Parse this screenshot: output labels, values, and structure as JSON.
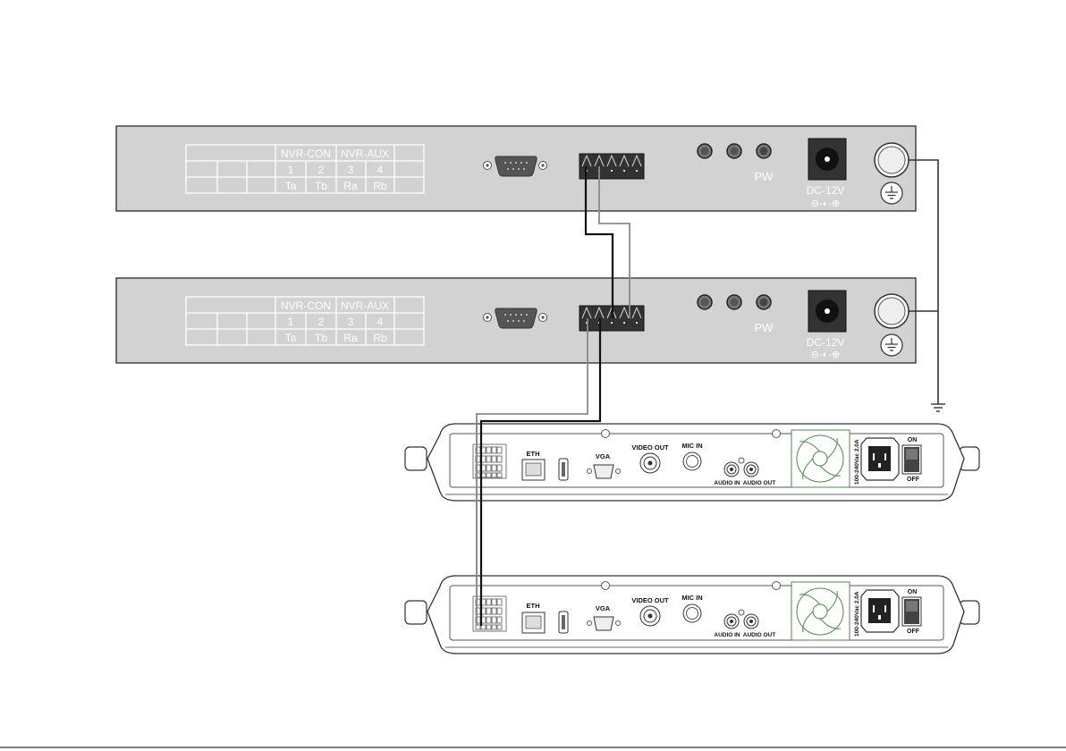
{
  "converters": [
    {
      "table": {
        "headers": [
          "NVR-CON",
          "NVR-AUX"
        ],
        "pins": [
          "1",
          "2",
          "3",
          "4"
        ],
        "signals": [
          "Ta",
          "Tb",
          "Ra",
          "Rb"
        ]
      },
      "power_label": "PW",
      "dc_label": "DC-12V",
      "polarity": "⊖-◐-⊕"
    },
    {
      "table": {
        "headers": [
          "NVR-CON",
          "NVR-AUX"
        ],
        "pins": [
          "1",
          "2",
          "3",
          "4"
        ],
        "signals": [
          "Ta",
          "Tb",
          "Ra",
          "Rb"
        ]
      },
      "power_label": "PW",
      "dc_label": "DC-12V",
      "polarity": "⊖-◐-⊕"
    }
  ],
  "nvrs": [
    {
      "eth": "ETH",
      "vga": "VGA",
      "video_out": "VIDEO OUT",
      "mic_in": "MIC IN",
      "audio_in": "AUDIO IN",
      "audio_out": "AUDIO OUT",
      "power_rating": "100-240Vac 2.0A",
      "on": "ON",
      "off": "OFF"
    },
    {
      "eth": "ETH",
      "vga": "VGA",
      "video_out": "VIDEO OUT",
      "mic_in": "MIC IN",
      "audio_in": "AUDIO IN",
      "audio_out": "AUDIO OUT",
      "power_rating": "100-240Vac 2.0A",
      "on": "ON",
      "off": "OFF"
    }
  ],
  "colors": {
    "panel": "#d2d2d2",
    "outline": "#1a1a1a",
    "wire_dark": "#111111",
    "wire_light": "#8a8a8a",
    "terminal": "#333333"
  }
}
